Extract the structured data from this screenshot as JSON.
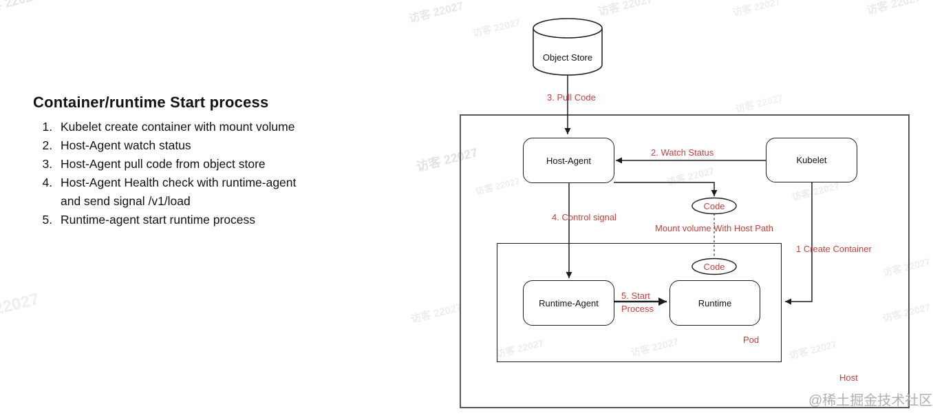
{
  "notes": {
    "title": "Container/runtime Start process",
    "items": [
      {
        "text": "Kubelet create container with mount volume"
      },
      {
        "text": "Host-Agent watch status"
      },
      {
        "text": "Host-Agent pull code from object store"
      },
      {
        "text": "Host-Agent Health check with runtime-agent",
        "text2": "and send signal /v1/load"
      },
      {
        "text": "Runtime-agent start runtime process"
      }
    ]
  },
  "diagram": {
    "nodes": {
      "object_store": "Object Store",
      "host_agent": "Host-Agent",
      "kubelet": "Kubelet",
      "runtime_agent": "Runtime-Agent",
      "runtime": "Runtime",
      "code_top": "Code",
      "code_pod": "Code"
    },
    "edges": {
      "pull_code": "3. Pull Code",
      "watch_status": "2. Watch Status",
      "control_signal": "4. Control signal",
      "mount_volume": "Mount volume With Host Path",
      "create_container": "1 Create Container",
      "start_process_line1": "5. Start",
      "start_process_line2": "Process"
    },
    "containers": {
      "pod": "Pod",
      "host": "Host"
    },
    "colors": {
      "label_red": "#cd3d38",
      "diagram_stroke": "#1b1b1b",
      "outer_border": "#565656",
      "watermark_gray": "#ececec",
      "credit_gray": "#b0b0b0"
    }
  },
  "watermarks": {
    "tile_text": "访客 22027",
    "credit": "@稀土掘金技术社区"
  }
}
